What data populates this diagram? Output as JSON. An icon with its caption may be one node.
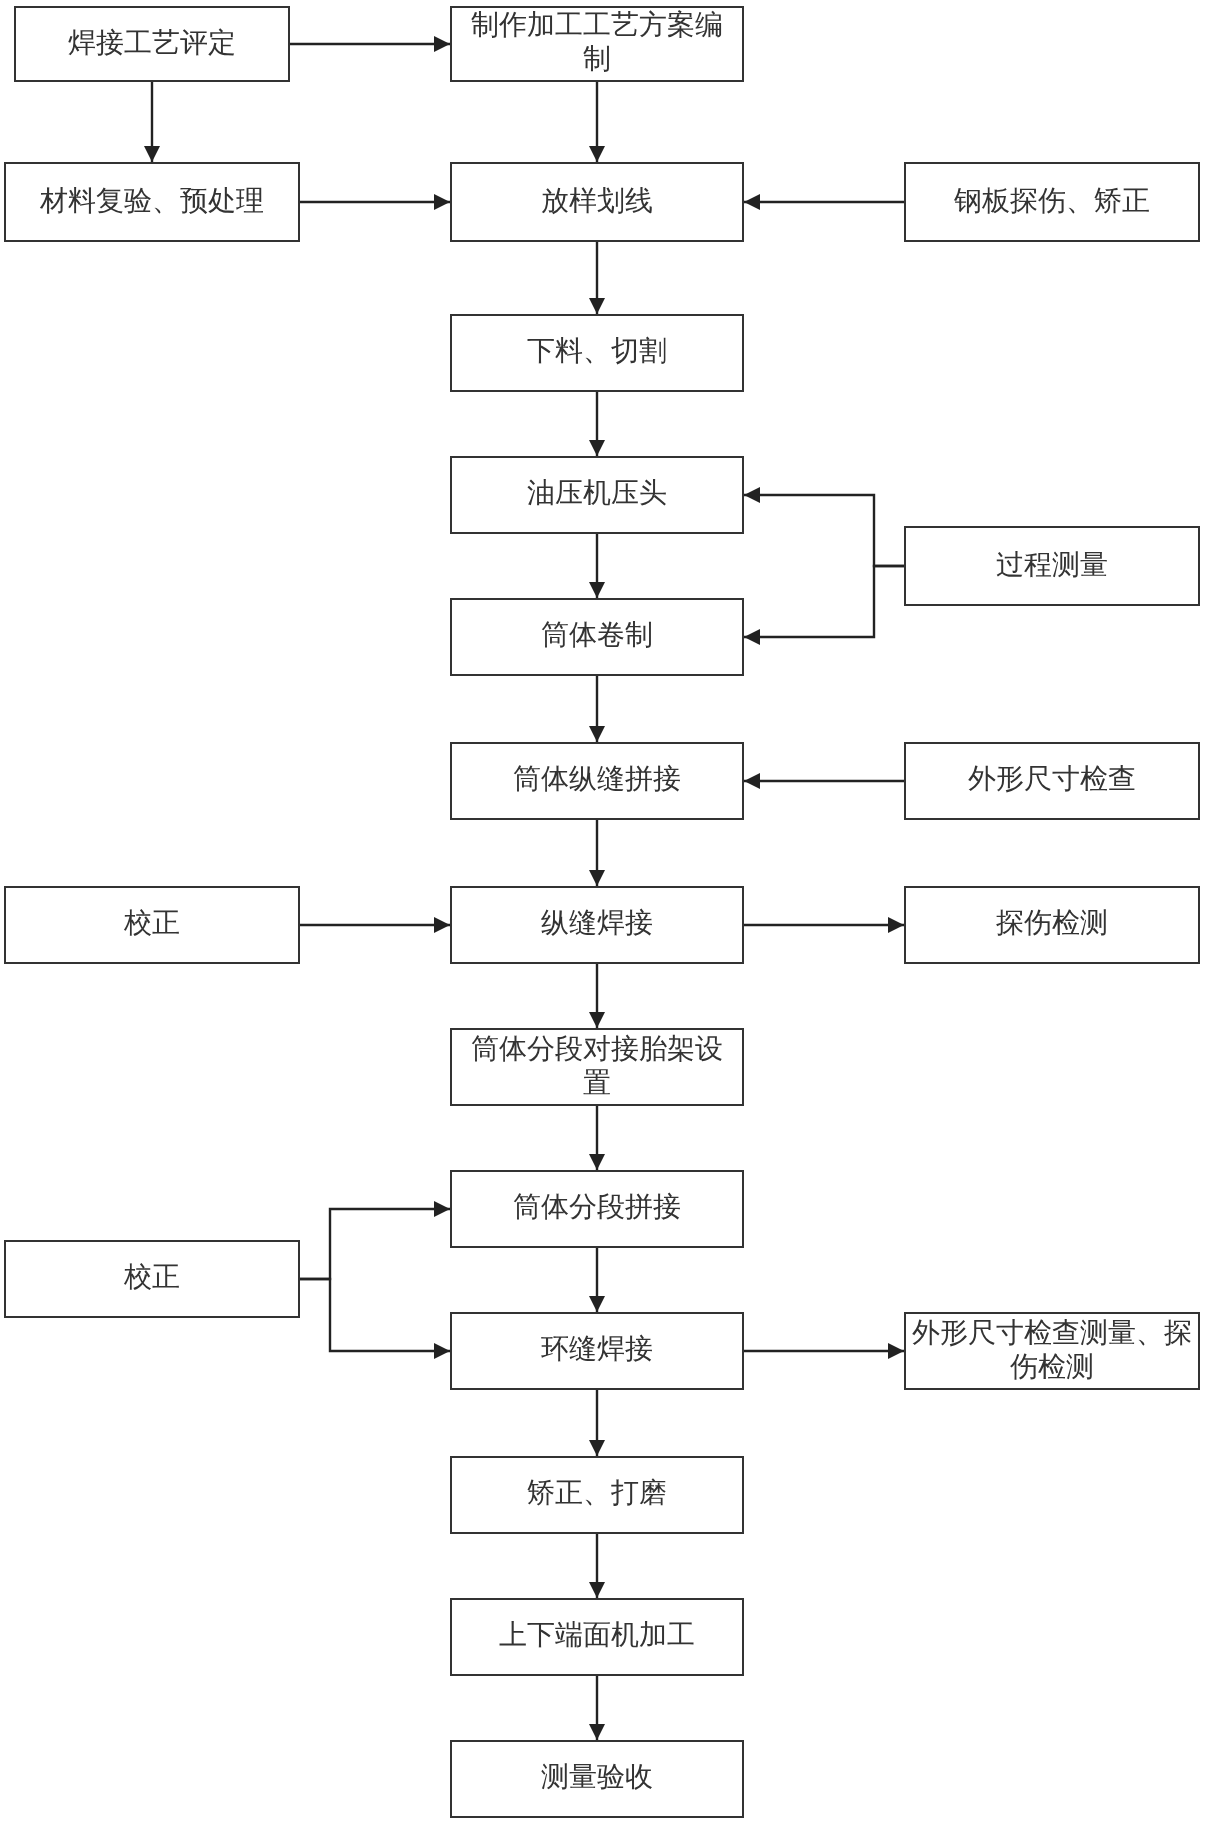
{
  "diagram": {
    "nodes": [
      {
        "text": [
          "焊接工艺评定"
        ]
      },
      {
        "text": [
          "制作加工工艺方案编制"
        ]
      },
      {
        "text": [
          "材料复验、预处理"
        ]
      },
      {
        "text": [
          "放样划线"
        ]
      },
      {
        "text": [
          "钢板探伤、矫正"
        ]
      },
      {
        "text": [
          "下料、切割"
        ]
      },
      {
        "text": [
          "油压机压头"
        ]
      },
      {
        "text": [
          "过程测量"
        ]
      },
      {
        "text": [
          "筒体卷制"
        ]
      },
      {
        "text": [
          "筒体纵缝拼接"
        ]
      },
      {
        "text": [
          "外形尺寸检查"
        ]
      },
      {
        "text": [
          "校正"
        ]
      },
      {
        "text": [
          "纵缝焊接"
        ]
      },
      {
        "text": [
          "探伤检测"
        ]
      },
      {
        "text": [
          "筒体分段对接胎架设置"
        ]
      },
      {
        "text": [
          "筒体分段拼接"
        ]
      },
      {
        "text": [
          "校正"
        ]
      },
      {
        "text": [
          "环缝焊接"
        ]
      },
      {
        "text": [
          "外形尺寸检查测量、探伤检测"
        ]
      },
      {
        "text": [
          "矫正、打磨"
        ]
      },
      {
        "text": [
          "上下端面机加工"
        ]
      },
      {
        "text": [
          "测量验收"
        ]
      }
    ],
    "edges": [
      {
        "from": 0,
        "to": 1,
        "arrow": "to"
      },
      {
        "from": 0,
        "to": 2,
        "arrow": "to"
      },
      {
        "from": 1,
        "to": 3,
        "arrow": "to"
      },
      {
        "from": 2,
        "to": 3,
        "arrow": "to"
      },
      {
        "from": 4,
        "to": 3,
        "arrow": "to"
      },
      {
        "from": 3,
        "to": 5,
        "arrow": "to"
      },
      {
        "from": 5,
        "to": 6,
        "arrow": "to"
      },
      {
        "from": 7,
        "to": 6,
        "arrow": "to"
      },
      {
        "from": 7,
        "to": 8,
        "arrow": "to"
      },
      {
        "from": 6,
        "to": 8,
        "arrow": "to"
      },
      {
        "from": 8,
        "to": 9,
        "arrow": "to"
      },
      {
        "from": 10,
        "to": 9,
        "arrow": "to"
      },
      {
        "from": 9,
        "to": 12,
        "arrow": "to"
      },
      {
        "from": 11,
        "to": 12,
        "arrow": "to"
      },
      {
        "from": 12,
        "to": 13,
        "arrow": "to"
      },
      {
        "from": 12,
        "to": 14,
        "arrow": "to"
      },
      {
        "from": 14,
        "to": 15,
        "arrow": "to"
      },
      {
        "from": 16,
        "to": 15,
        "arrow": "to"
      },
      {
        "from": 16,
        "to": 17,
        "arrow": "to"
      },
      {
        "from": 15,
        "to": 17,
        "arrow": "to"
      },
      {
        "from": 17,
        "to": 18,
        "arrow": "to"
      },
      {
        "from": 17,
        "to": 19,
        "arrow": "to"
      },
      {
        "from": 19,
        "to": 20,
        "arrow": "to"
      },
      {
        "from": 20,
        "to": 21,
        "arrow": "to"
      }
    ]
  }
}
